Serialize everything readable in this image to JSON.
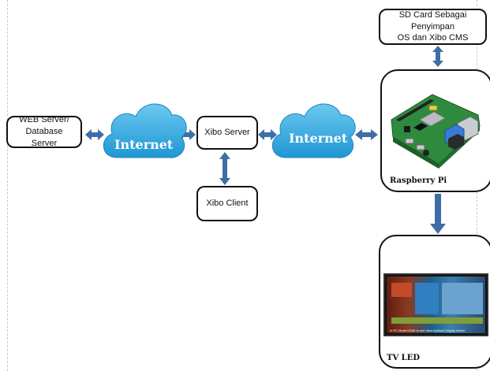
{
  "nodes": {
    "web_server": "WEB Server/ Database Server",
    "xibo_server": "Xibo Server",
    "xibo_client": "Xibo Client",
    "sd_card_line1": "SD Card Sebagai Penyimpan",
    "sd_card_line2": "OS dan Xibo CMS",
    "raspberry_pi": "Raspberry Pi",
    "tv_led": "TV LED"
  },
  "clouds": {
    "left": "Internet",
    "right": "Internet"
  },
  "tv_screen_text": {
    "bottom": "In PC Mode HDMI to see View     Aplikasi Display inform"
  },
  "colors": {
    "arrow": "#3f6ea6",
    "cloud": "#3aaee0",
    "border": "#111111",
    "pi_board": "#2e8b3e"
  }
}
